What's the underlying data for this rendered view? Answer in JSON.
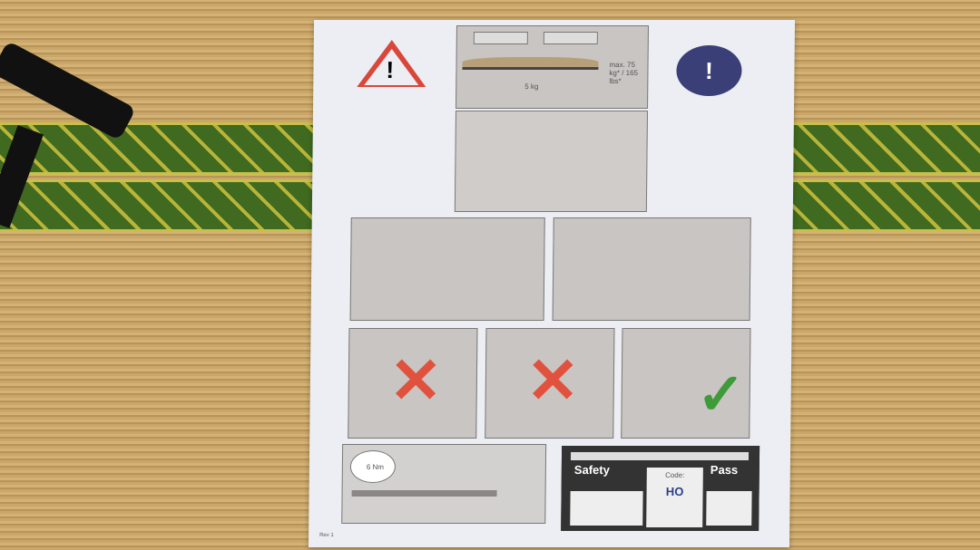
{
  "top_panel": {
    "load_max": "max. 75 kg* / 165 lbs*",
    "accessory_weight": "5 kg"
  },
  "torque_label": "6 Nm",
  "safety_pass": {
    "left": "Safety",
    "right": "Pass",
    "code_label": "Code:",
    "code_value": "HO"
  },
  "footer_code": "Rev 1",
  "colors": {
    "warning_red": "#d9473a",
    "ok_green": "#3f9a3a",
    "book_icon_bg": "#3a3f78"
  }
}
